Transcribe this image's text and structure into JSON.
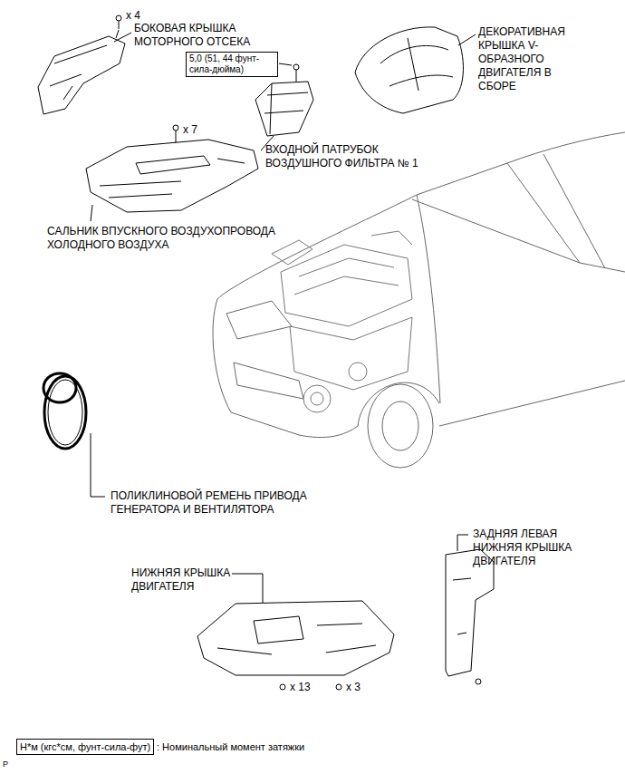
{
  "diagram": {
    "nodes": [
      {
        "text": [
          "5,0 (51, 44 фунт-сила-дюйма)"
        ]
      },
      {
        "text": [
          "Н*м (кгс*см, фунт-сила-фут)"
        ]
      }
    ],
    "labels": [
      "x 4",
      "БОКОВАЯ КРЫШКА МОТОРНОГО ОТСЕКА",
      "ДЕКОРАТИВНАЯ КРЫШКА V-ОБРАЗНОГО ДВИГАТЕЛЯ В СБОРЕ",
      "x 7",
      "ВХОДНОЙ ПАТРУБОК ВОЗДУШНОГО ФИЛЬТРА № 1",
      "САЛЬНИК ВПУСКНОГО ВОЗДУХОПРОВОДА ХОЛОДНОГО ВОЗДУХА",
      "ПОЛИКЛИНОВОЙ РЕМЕНЬ ПРИВОДА ГЕНЕРАТОРА И ВЕНТИЛЯТОРА",
      "НИЖНЯЯ КРЫШКА ДВИГАТЕЛЯ",
      "ЗАДНЯЯ ЛЕВАЯ НИЖНЯЯ КРЫШКА ДВИГАТЕЛЯ",
      "x 13",
      "x 3",
      ": Номинальный момент затяжки",
      "P"
    ]
  }
}
